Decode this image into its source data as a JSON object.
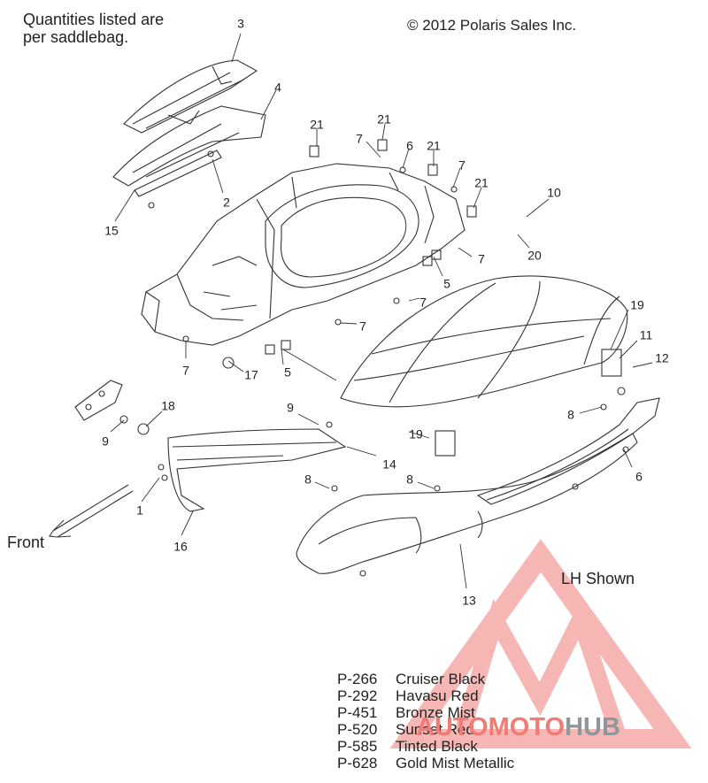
{
  "header": {
    "note_line1": "Quantities listed are",
    "note_line2": "per saddlebag.",
    "copyright": "© 2012 Polaris Sales Inc."
  },
  "labels": {
    "front": "Front",
    "lh_shown": "LH Shown"
  },
  "callouts": [
    {
      "text": "3"
    },
    {
      "text": "4"
    },
    {
      "text": "2"
    },
    {
      "text": "15"
    },
    {
      "text": "21"
    },
    {
      "text": "21"
    },
    {
      "text": "21"
    },
    {
      "text": "21"
    },
    {
      "text": "7"
    },
    {
      "text": "6"
    },
    {
      "text": "7"
    },
    {
      "text": "10"
    },
    {
      "text": "20"
    },
    {
      "text": "7"
    },
    {
      "text": "5"
    },
    {
      "text": "7"
    },
    {
      "text": "7"
    },
    {
      "text": "7"
    },
    {
      "text": "17"
    },
    {
      "text": "5"
    },
    {
      "text": "19"
    },
    {
      "text": "11"
    },
    {
      "text": "12"
    },
    {
      "text": "8"
    },
    {
      "text": "9"
    },
    {
      "text": "18"
    },
    {
      "text": "9"
    },
    {
      "text": "19"
    },
    {
      "text": "14"
    },
    {
      "text": "6"
    },
    {
      "text": "8"
    },
    {
      "text": "8"
    },
    {
      "text": "1"
    },
    {
      "text": "16"
    },
    {
      "text": "13"
    }
  ],
  "colors": [
    {
      "code": "P-266",
      "name": "Cruiser Black"
    },
    {
      "code": "P-292",
      "name": "Havasu Red"
    },
    {
      "code": "P-451",
      "name": "Bronze Mist"
    },
    {
      "code": "P-520",
      "name": "Sunset Red"
    },
    {
      "code": "P-585",
      "name": "Tinted Black"
    },
    {
      "code": "P-628",
      "name": "Gold Mist Metallic"
    }
  ],
  "watermark": {
    "part1": "AUTO",
    "part2": "MOTO",
    "part3": "HUB",
    "logo_color": "#f07c77",
    "hub_color": "#8f979d"
  },
  "line_color": "#333333"
}
